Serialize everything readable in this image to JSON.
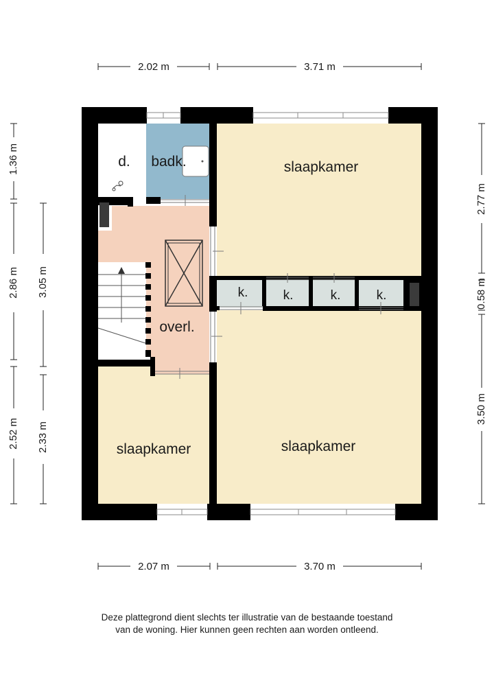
{
  "rooms": {
    "bedroom_top_right": "slaapkamer",
    "bedroom_bottom_right": "slaapkamer",
    "bedroom_bottom_left": "slaapkamer",
    "bathroom": "badk.",
    "shower": "d.",
    "landing": "overl.",
    "closet_1": "k.",
    "closet_2": "k.",
    "closet_3": "k.",
    "closet_4": "k."
  },
  "dimensions": {
    "top_left": "2.02 m",
    "top_right": "3.71 m",
    "bottom_left": "2.07 m",
    "bottom_right": "3.70 m",
    "left_outer_top": "1.36 m",
    "left_outer_middle": "2.86 m",
    "left_outer_bottom": "2.52 m",
    "left_inner_top": "3.05 m",
    "left_inner_bottom": "2.33 m",
    "right_top": "2.77 m",
    "right_middle": "0.58 m",
    "right_bottom": "3.50 m"
  },
  "disclaimer": {
    "line1": "Deze plattegrond dient slechts ter illustratie van de bestaande toestand",
    "line2": "van de woning. Hier kunnen geen rechten aan worden ontleend."
  },
  "colors": {
    "bedroom": "#f8ecc9",
    "bathroom": "#92b9cd",
    "landing": "#f5d2bd",
    "closet": "#d9e1df",
    "wall": "#000000"
  }
}
